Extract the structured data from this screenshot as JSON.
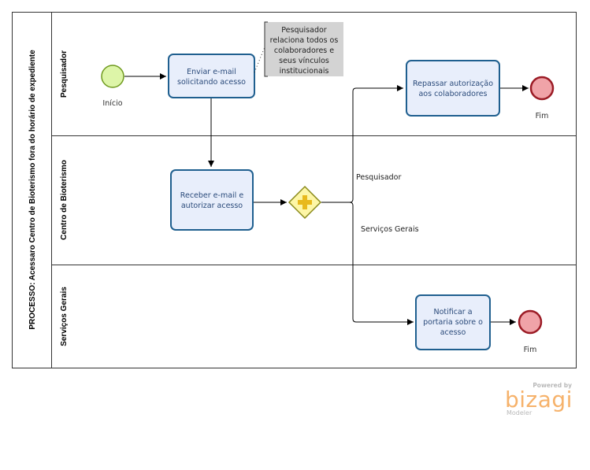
{
  "pool": {
    "title": "PROCESSO: Acessaro Centro de Bioterismo fora do horário de expediente"
  },
  "lanes": [
    {
      "id": "pesquisador",
      "title": "Pesquisador"
    },
    {
      "id": "centro",
      "title": "Centro de Bioterismo"
    },
    {
      "id": "servicos",
      "title": "Serviços Gerais"
    }
  ],
  "events": {
    "start": {
      "label": "Início"
    },
    "end_top": {
      "label": "Fim"
    },
    "end_bottom": {
      "label": "Fim"
    }
  },
  "tasks": {
    "enviar": {
      "lines": [
        "Enviar e-mail",
        "solicitando acesso"
      ]
    },
    "receber": {
      "lines": [
        "Receber e-mail e",
        "autorizar acesso"
      ]
    },
    "repassar": {
      "lines": [
        "Repassar autorização",
        "aos colaboradores"
      ]
    },
    "notificar": {
      "lines": [
        "Notificar a",
        "portaria sobre o",
        "acesso"
      ]
    }
  },
  "annotation": {
    "lines": [
      "Pesquisador",
      "relaciona todos os",
      "colaboradores e",
      "seus vínculos",
      "institucionais"
    ]
  },
  "flows": {
    "to_pesquisador": "Pesquisador",
    "to_servicos": "Serviços Gerais"
  },
  "colors": {
    "task_fill": "#e8eefb",
    "task_stroke": "#1f5f8f",
    "start_fill": "#ddf5a8",
    "start_stroke": "#6f9a1e",
    "end_fill": "#f0a3a8",
    "end_stroke": "#9b1b25",
    "gateway_fill": "#fdf6a6",
    "gateway_stroke": "#8a8a1a",
    "gateway_plus": "#e8b91c",
    "annotation_fill": "#d3d3d3",
    "logo_accent": "#f6b26b"
  },
  "logo": {
    "powered_by": "Powered by",
    "brand": "bizagi",
    "product": "Modeler"
  }
}
